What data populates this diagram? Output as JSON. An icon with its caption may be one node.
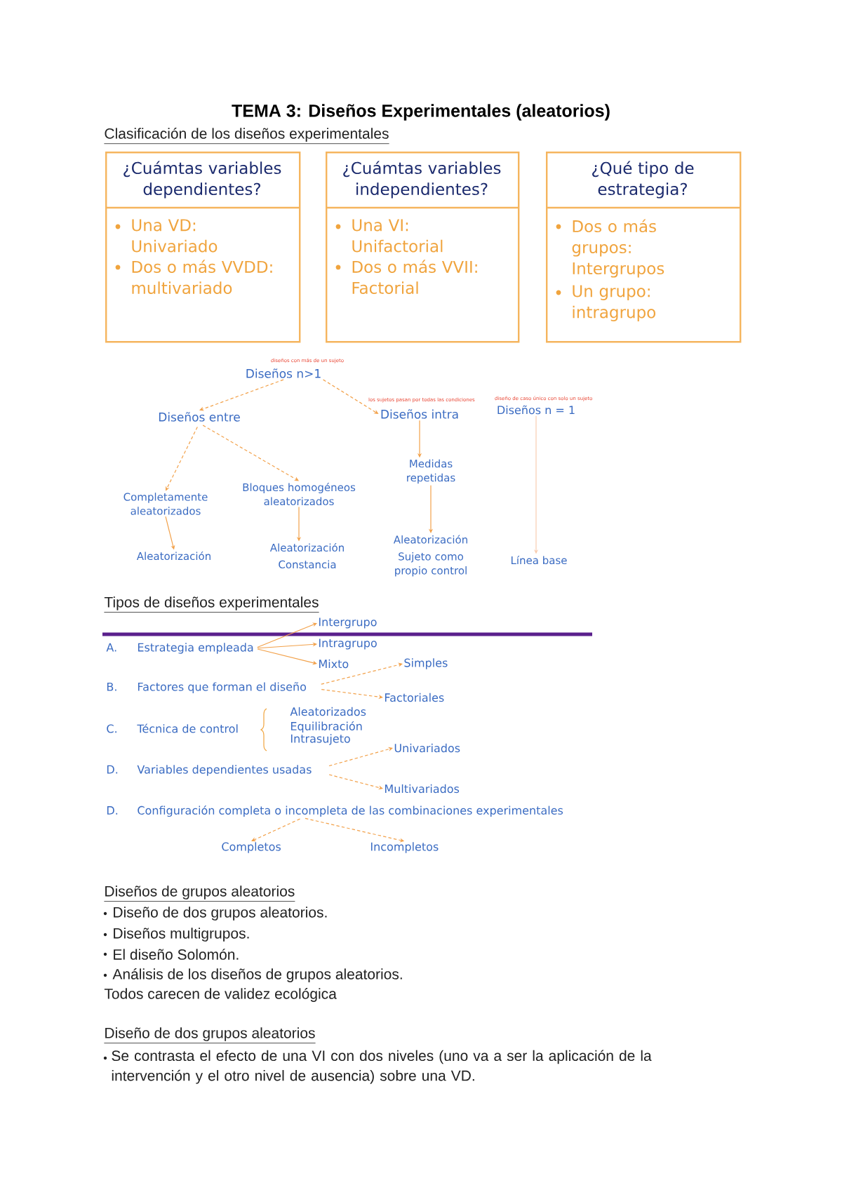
{
  "diagram": {
    "title": "TEMA 3: Diseños Experimentales (aleatorios)",
    "nodes": [
      {
        "text": [
          "¿Cuámtas variables dependientes?",
          "Una VD: Univariado",
          "Dos o más VVDD: multivariado"
        ]
      },
      {
        "text": [
          "¿Cuámtas variables independientes?",
          "Una VI: Unifactorial",
          "Dos o más VVII: Factorial"
        ]
      },
      {
        "text": [
          "¿Qué tipo de estrategia?",
          "Dos o más grupos: Intergrupos",
          "Un grupo: intragrupo"
        ]
      },
      {
        "text": [
          "Diseños n>1"
        ],
        "beside": [
          "diseños con más de un sujeto"
        ]
      },
      {
        "text": [
          "Diseños entre"
        ]
      },
      {
        "text": [
          "Diseños intra"
        ],
        "beside": [
          "los sujetos pasan por todas las condiciones"
        ]
      },
      {
        "text": [
          "Diseños n = 1"
        ],
        "beside": [
          "diseño de caso único con solo un sujeto"
        ]
      },
      {
        "text": [
          "Completamente aleatorizados"
        ]
      },
      {
        "text": [
          "Bloques homogéneos aleatorizados"
        ]
      },
      {
        "text": [
          "Medidas repetidas"
        ]
      },
      {
        "text": [
          "Aleatorización"
        ]
      },
      {
        "text": [
          "Aleatorización",
          "Constancia"
        ]
      },
      {
        "text": [
          "Aleatorización",
          "Sujeto como propio control"
        ]
      },
      {
        "text": [
          "Línea base"
        ]
      },
      {
        "text": [
          "A.",
          "Estrategia empleada"
        ]
      },
      {
        "text": [
          "Intergrupo"
        ]
      },
      {
        "text": [
          "Intragrupo"
        ]
      },
      {
        "text": [
          "Mixto"
        ]
      },
      {
        "text": [
          "B.",
          "Factores que forman el diseño"
        ]
      },
      {
        "text": [
          "Simples"
        ]
      },
      {
        "text": [
          "Factoriales"
        ]
      },
      {
        "text": [
          "C.",
          "Técnica de control"
        ]
      },
      {
        "text": [
          "Aleatorizados"
        ]
      },
      {
        "text": [
          "Equilibración"
        ]
      },
      {
        "text": [
          "Intrasujeto"
        ]
      },
      {
        "text": [
          "D.",
          "Variables dependientes usadas"
        ]
      },
      {
        "text": [
          "Univariados"
        ]
      },
      {
        "text": [
          "Multivariados"
        ]
      },
      {
        "text": [
          "D.",
          "Configuración completa o incompleta de las combinaciones experimentales"
        ]
      },
      {
        "text": [
          "Completos"
        ]
      },
      {
        "text": [
          "Incompletos"
        ]
      }
    ],
    "edges": [
      {
        "from": 3,
        "to": 4,
        "arrow": "to",
        "style": "dashed"
      },
      {
        "from": 3,
        "to": 5,
        "arrow": "to",
        "style": "dashed"
      },
      {
        "from": 4,
        "to": 7,
        "arrow": "to",
        "style": "dashed"
      },
      {
        "from": 4,
        "to": 8,
        "arrow": "to",
        "style": "dashed"
      },
      {
        "from": 7,
        "to": 10,
        "arrow": "to"
      },
      {
        "from": 8,
        "to": 11,
        "arrow": "to"
      },
      {
        "from": 5,
        "to": 9,
        "arrow": "to"
      },
      {
        "from": 9,
        "to": 12,
        "arrow": "to"
      },
      {
        "from": 6,
        "to": 13,
        "arrow": "to",
        "color": "#f9cdb0"
      },
      {
        "from": 14,
        "to": 15,
        "arrow": "to"
      },
      {
        "from": 14,
        "to": 16,
        "arrow": "to"
      },
      {
        "from": 14,
        "to": 17,
        "arrow": "to"
      },
      {
        "from": 18,
        "to": 19,
        "arrow": "to",
        "style": "dashed"
      },
      {
        "from": 18,
        "to": 20,
        "arrow": "to",
        "style": "dashed"
      },
      {
        "from": 25,
        "to": 26,
        "arrow": "to",
        "style": "dashed"
      },
      {
        "from": 25,
        "to": 27,
        "arrow": "to",
        "style": "dashed"
      },
      {
        "from": 28,
        "to": 29,
        "arrow": "to",
        "style": "dashed"
      },
      {
        "from": 28,
        "to": 30,
        "arrow": "to",
        "style": "dashed"
      }
    ],
    "labels": [
      "Clasificación de los diseños experimentales",
      "Tipos de diseños experimentales",
      "Diseños de grupos aleatorios",
      "Diseño de dos grupos aleatorios.",
      "Diseños multigrupos.",
      "El diseño Solomón.",
      "Análisis de los diseños de grupos aleatorios.",
      "Todos carecen de validez ecológica",
      "Diseño de dos grupos aleatorios",
      "Se contrasta el efecto de una VI con dos niveles (uno va a ser la aplicación de la intervención y el otro nivel de ausencia) sobre una VD."
    ]
  }
}
